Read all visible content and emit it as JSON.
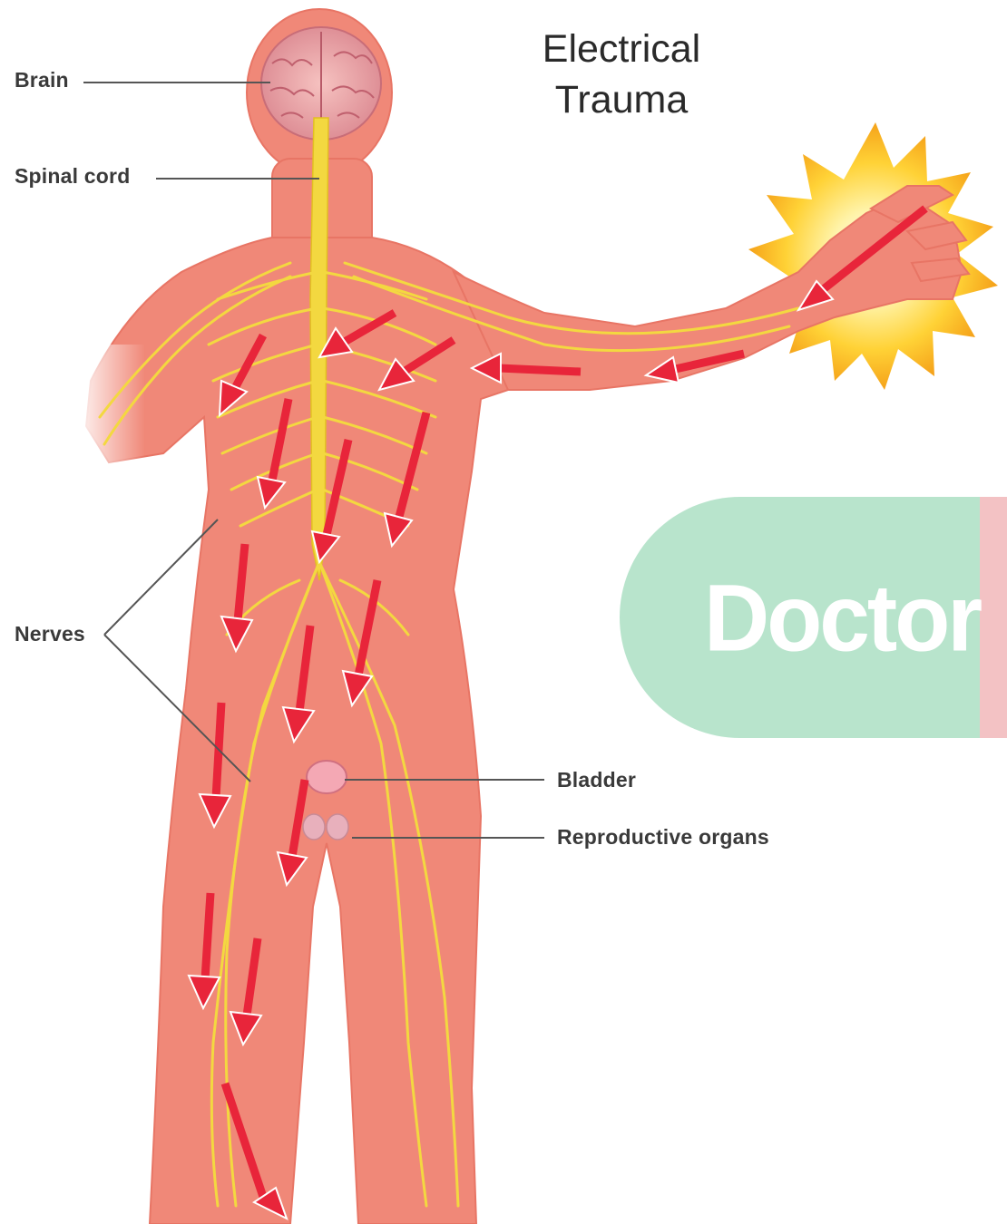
{
  "title": {
    "line1": "Electrical",
    "line2": "Trauma"
  },
  "labels": {
    "brain": "Brain",
    "spinal_cord": "Spinal cord",
    "nerves": "Nerves",
    "bladder": "Bladder",
    "reproductive_organs": "Reproductive organs"
  },
  "watermark": "Doctor",
  "colors": {
    "skin": "#f08878",
    "skin_edge": "#e87565",
    "nerve": "#f3d840",
    "arrow": "#e8253a",
    "spark": "#ffd24a",
    "badge_green": "#b8e4cc",
    "badge_pink": "#f3c2c4"
  }
}
